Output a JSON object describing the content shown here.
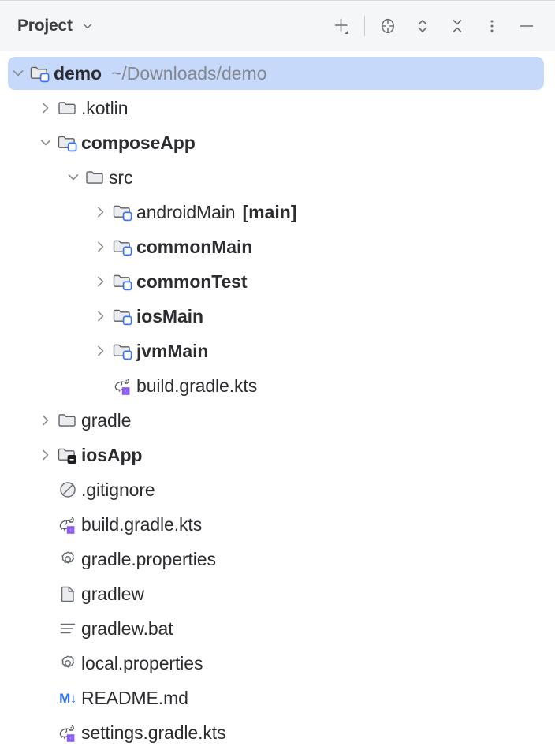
{
  "toolbar": {
    "title": "Project",
    "title_chevron_icon": "chevron-down-icon",
    "actions": [
      {
        "name": "add-new-button",
        "icon": "plus-with-dropdown-icon",
        "label": "Add New"
      },
      {
        "name": "select-opened-file-button",
        "icon": "crosshair-target-icon",
        "label": "Select Opened File"
      },
      {
        "name": "expand-collapse-button",
        "icon": "chevrons-up-down-icon",
        "label": "Expand / Collapse"
      },
      {
        "name": "collapse-all-button",
        "icon": "collapse-all-icon",
        "label": "Collapse All"
      },
      {
        "name": "more-options-button",
        "icon": "vertical-dots-icon",
        "label": "More Options"
      },
      {
        "name": "hide-button",
        "icon": "minus-icon",
        "label": "Hide"
      }
    ]
  },
  "colors": {
    "selection": "#c6d9fb",
    "toolbar_bg": "#f5f6f8",
    "content_bg": "#ffffff",
    "text": "#2b2d30",
    "muted_text": "#84878e",
    "module_badge": "#3574f0",
    "kotlin_badge": "#8a5cf5",
    "markdown_blue": "#3574f0"
  },
  "tree": {
    "rows": [
      {
        "name": "tree-row-demo",
        "label": "demo",
        "suffix": "",
        "path": "~/Downloads/demo",
        "depth": 0,
        "bold": true,
        "selected": true,
        "expanded": true,
        "toggle": "chevron-down-icon",
        "icon": "module-folder-icon"
      },
      {
        "name": "tree-row-kotlin",
        "label": ".kotlin",
        "suffix": "",
        "path": "",
        "depth": 1,
        "bold": false,
        "selected": false,
        "expanded": false,
        "toggle": "chevron-right-icon",
        "icon": "folder-icon"
      },
      {
        "name": "tree-row-composeapp",
        "label": "composeApp",
        "suffix": "",
        "path": "",
        "depth": 1,
        "bold": true,
        "selected": false,
        "expanded": true,
        "toggle": "chevron-down-icon",
        "icon": "module-folder-icon"
      },
      {
        "name": "tree-row-src",
        "label": "src",
        "suffix": "",
        "path": "",
        "depth": 2,
        "bold": false,
        "selected": false,
        "expanded": true,
        "toggle": "chevron-down-icon",
        "icon": "folder-icon"
      },
      {
        "name": "tree-row-androidmain",
        "label": "androidMain",
        "suffix": "[main]",
        "path": "",
        "depth": 3,
        "bold": false,
        "selected": false,
        "expanded": false,
        "toggle": "chevron-right-icon",
        "icon": "source-root-folder-icon"
      },
      {
        "name": "tree-row-commonmain",
        "label": "commonMain",
        "suffix": "",
        "path": "",
        "depth": 3,
        "bold": true,
        "selected": false,
        "expanded": false,
        "toggle": "chevron-right-icon",
        "icon": "source-root-folder-icon"
      },
      {
        "name": "tree-row-commontest",
        "label": "commonTest",
        "suffix": "",
        "path": "",
        "depth": 3,
        "bold": true,
        "selected": false,
        "expanded": false,
        "toggle": "chevron-right-icon",
        "icon": "source-root-folder-icon"
      },
      {
        "name": "tree-row-iosmain",
        "label": "iosMain",
        "suffix": "",
        "path": "",
        "depth": 3,
        "bold": true,
        "selected": false,
        "expanded": false,
        "toggle": "chevron-right-icon",
        "icon": "source-root-folder-icon"
      },
      {
        "name": "tree-row-jvmmain",
        "label": "jvmMain",
        "suffix": "",
        "path": "",
        "depth": 3,
        "bold": true,
        "selected": false,
        "expanded": false,
        "toggle": "chevron-right-icon",
        "icon": "source-root-folder-icon"
      },
      {
        "name": "tree-row-build-gradle-kts-composeapp",
        "label": "build.gradle.kts",
        "suffix": "",
        "path": "",
        "depth": 3,
        "bold": false,
        "selected": false,
        "expanded": null,
        "toggle": "none",
        "icon": "gradle-kotlin-script-icon"
      },
      {
        "name": "tree-row-gradle",
        "label": "gradle",
        "suffix": "",
        "path": "",
        "depth": 1,
        "bold": false,
        "selected": false,
        "expanded": false,
        "toggle": "chevron-right-icon",
        "icon": "folder-icon"
      },
      {
        "name": "tree-row-iosapp",
        "label": "iosApp",
        "suffix": "",
        "path": "",
        "depth": 1,
        "bold": true,
        "selected": false,
        "expanded": false,
        "toggle": "chevron-right-icon",
        "icon": "xcode-folder-icon"
      },
      {
        "name": "tree-row-gitignore",
        "label": ".gitignore",
        "suffix": "",
        "path": "",
        "depth": 1,
        "bold": false,
        "selected": false,
        "expanded": null,
        "toggle": "none",
        "icon": "ignore-file-icon"
      },
      {
        "name": "tree-row-build-gradle-kts",
        "label": "build.gradle.kts",
        "suffix": "",
        "path": "",
        "depth": 1,
        "bold": false,
        "selected": false,
        "expanded": null,
        "toggle": "none",
        "icon": "gradle-kotlin-script-icon"
      },
      {
        "name": "tree-row-gradle-properties",
        "label": "gradle.properties",
        "suffix": "",
        "path": "",
        "depth": 1,
        "bold": false,
        "selected": false,
        "expanded": null,
        "toggle": "none",
        "icon": "gear-settings-file-icon"
      },
      {
        "name": "tree-row-gradlew",
        "label": "gradlew",
        "suffix": "",
        "path": "",
        "depth": 1,
        "bold": false,
        "selected": false,
        "expanded": null,
        "toggle": "none",
        "icon": "generic-file-icon"
      },
      {
        "name": "tree-row-gradlew-bat",
        "label": "gradlew.bat",
        "suffix": "",
        "path": "",
        "depth": 1,
        "bold": false,
        "selected": false,
        "expanded": null,
        "toggle": "none",
        "icon": "text-file-icon"
      },
      {
        "name": "tree-row-local-properties",
        "label": "local.properties",
        "suffix": "",
        "path": "",
        "depth": 1,
        "bold": false,
        "selected": false,
        "expanded": null,
        "toggle": "none",
        "icon": "gear-settings-file-icon"
      },
      {
        "name": "tree-row-readme-md",
        "label": "README.md",
        "suffix": "",
        "path": "",
        "depth": 1,
        "bold": false,
        "selected": false,
        "expanded": null,
        "toggle": "none",
        "icon": "markdown-file-icon"
      },
      {
        "name": "tree-row-settings-gradle-kts",
        "label": "settings.gradle.kts",
        "suffix": "",
        "path": "",
        "depth": 1,
        "bold": false,
        "selected": false,
        "expanded": null,
        "toggle": "none",
        "icon": "gradle-kotlin-script-icon"
      }
    ]
  }
}
